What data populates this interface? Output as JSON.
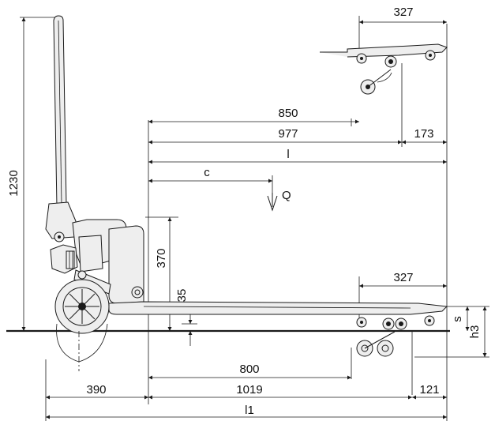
{
  "dimensions": {
    "handle_height": "1230",
    "fork_length_top": "327",
    "frame_850": "850",
    "frame_977": "977",
    "tip_173": "173",
    "length_l": "l",
    "load_center": "c",
    "load": "Q",
    "height_370": "370",
    "height_35": "35",
    "fork_length_bottom": "327",
    "s": "s",
    "h3": "h3",
    "base_800": "800",
    "base_1019": "1019",
    "rear_390": "390",
    "tip_121": "121",
    "total_l1": "l1"
  },
  "colors": {
    "line": "#1a1a1a",
    "fill": "#eeeeee",
    "background": "#ffffff"
  }
}
